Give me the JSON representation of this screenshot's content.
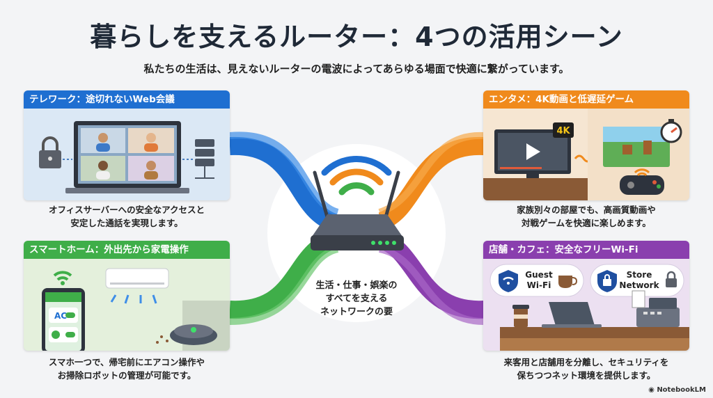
{
  "title": "暮らしを支えるルーター：4つの活用シーン",
  "subtitle": "私たちの生活は、見えないルーターの電波によってあらゆる場面で快適に繋がっています。",
  "center": {
    "line1": "生活・仕事・娯楽の",
    "line2": "すべてを支える",
    "line3": "ネットワークの要"
  },
  "panels": {
    "telework": {
      "heading": "テレワーク：途切れないWeb会議",
      "caption1": "オフィスサーバーへの安全なアクセスと",
      "caption2": "安定した通話を実現します。"
    },
    "entertainment": {
      "heading": "エンタメ：4K動画と低遅延ゲーム",
      "badge": "4K",
      "caption1": "家族別々の部屋でも、高画質動画や",
      "caption2": "対戦ゲームを快適に楽しめます。"
    },
    "smarthome": {
      "heading": "スマートホーム：外出先から家電操作",
      "ac_label": "AC",
      "caption1": "スマホ一つで、帰宅前にエアコン操作や",
      "caption2": "お掃除ロボットの管理が可能です。"
    },
    "cafe": {
      "heading": "店舗・カフェ：安全なフリーWi-Fi",
      "guest1": "Guest",
      "guest2": "Wi-Fi",
      "store1": "Store",
      "store2": "Network",
      "caption1": "来客用と店舗用を分離し、セキュリティを",
      "caption2": "保ちつつネット環境を提供します。"
    }
  },
  "brand": "NotebookLM",
  "colors": {
    "blue": "#1f6fd1",
    "orange": "#f08a1c",
    "green": "#3fae49",
    "purple": "#8a3fae"
  }
}
